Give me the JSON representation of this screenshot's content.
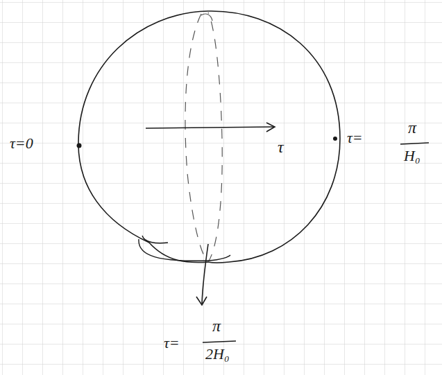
{
  "diagram": {
    "labels": [
      "τ=0",
      "τ",
      "τ=",
      "π",
      "H₀",
      "τ=",
      "π",
      "2H₀"
    ]
  }
}
